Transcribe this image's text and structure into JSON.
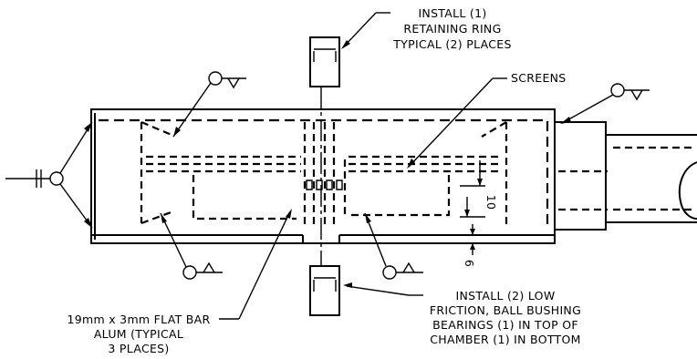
{
  "notes": {
    "retaining_ring": [
      "INSTALL (1)",
      "RETAINING RING",
      "TYPICAL (2) PLACES"
    ],
    "screens": "SCREENS",
    "flat_bar": [
      "19mm x 3mm FLAT BAR",
      "ALUM (TYPICAL",
      "3 PLACES)"
    ],
    "bearings": [
      "INSTALL (2) LOW",
      "FRICTION, BALL BUSHING",
      "BEARINGS (1) IN TOP OF",
      "CHAMBER (1) IN BOTTOM"
    ]
  },
  "dimensions": {
    "gap": "6",
    "spacing": "10"
  }
}
